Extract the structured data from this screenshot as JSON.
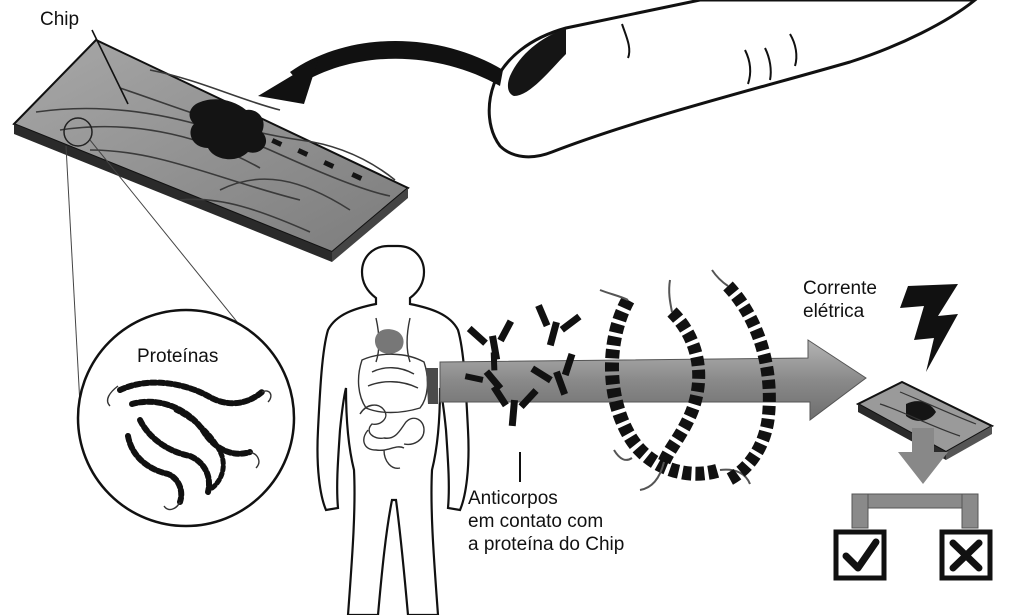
{
  "labels": {
    "chip": "Chip",
    "proteins": "Proteínas",
    "antibodies": [
      "Anticorpos",
      "em contato com",
      "a proteína do Chip"
    ],
    "current": [
      "Corrente",
      "elétrica"
    ]
  },
  "results": {
    "positive_symbol": "check-mark",
    "negative_symbol": "x-mark"
  },
  "colors": {
    "ink": "#111111",
    "chip_gray": "#8f8f8f",
    "arrow_gray": "#8a8a8a",
    "blood_black": "#141414"
  }
}
